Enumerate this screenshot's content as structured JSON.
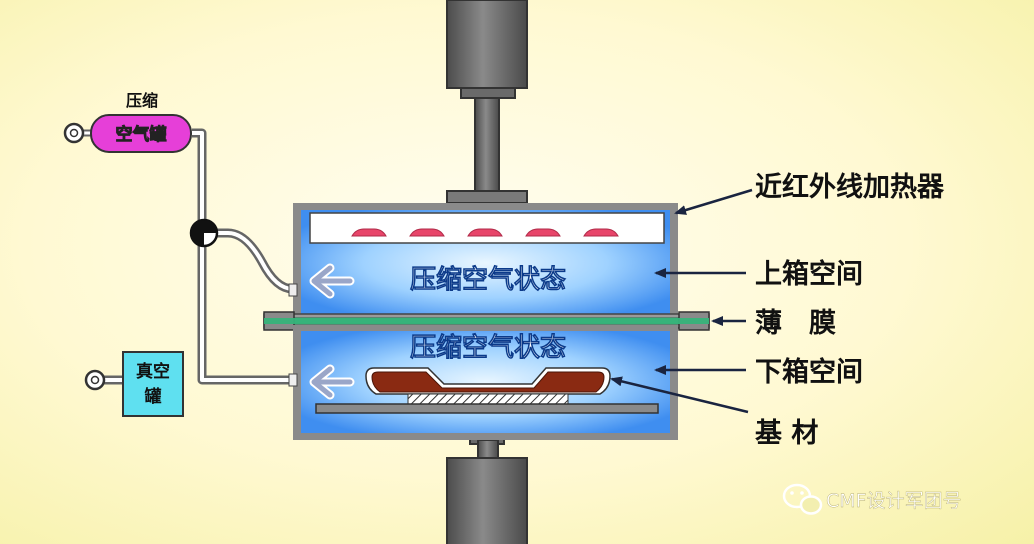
{
  "compressed_tank": {
    "line1": "压缩",
    "line2": "空气罐"
  },
  "vacuum_tank": {
    "line1": "真空",
    "line2": "罐"
  },
  "chamber": {
    "upper_state": "压缩空气状态",
    "lower_state": "压缩空气状态"
  },
  "callouts": {
    "heater": "近红外线加热器",
    "upper_box": "上箱空间",
    "film": "薄　膜",
    "lower_box": "下箱空间",
    "substrate": "基 材"
  },
  "watermark": "CMF设计军团号",
  "colors": {
    "chamber_blue": "#3f8ef0",
    "tank_pink": "#e63fd8",
    "tank_cyan": "#5fe0f0",
    "heater_red": "#e8456a",
    "film_green": "#37b37a",
    "substrate_brown": "#8a2a12"
  }
}
